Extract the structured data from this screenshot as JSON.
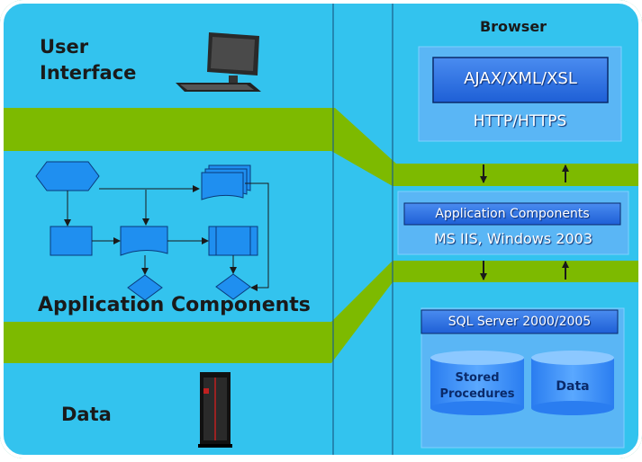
{
  "left": {
    "user_interface_label": "User\nInterface",
    "app_components_label": "Application Components",
    "data_label": "Data"
  },
  "browser": {
    "title": "Browser",
    "ajax_label": "AJAX/XML/XSL",
    "http_label": "HTTP/HTTPS"
  },
  "app_server": {
    "components_label": "Application Components",
    "platform_label": "MS IIS, Windows 2003"
  },
  "database": {
    "title": "SQL Server 2000/2005",
    "stored_procedures_label": "Stored\nProcedures",
    "data_label": "Data"
  },
  "colors": {
    "band": "#33c3ee",
    "green": "#7dba00",
    "flow_shape": "#1f8ff0",
    "inner_box": "#2f78e6",
    "arrow": "#1a1a1a"
  }
}
